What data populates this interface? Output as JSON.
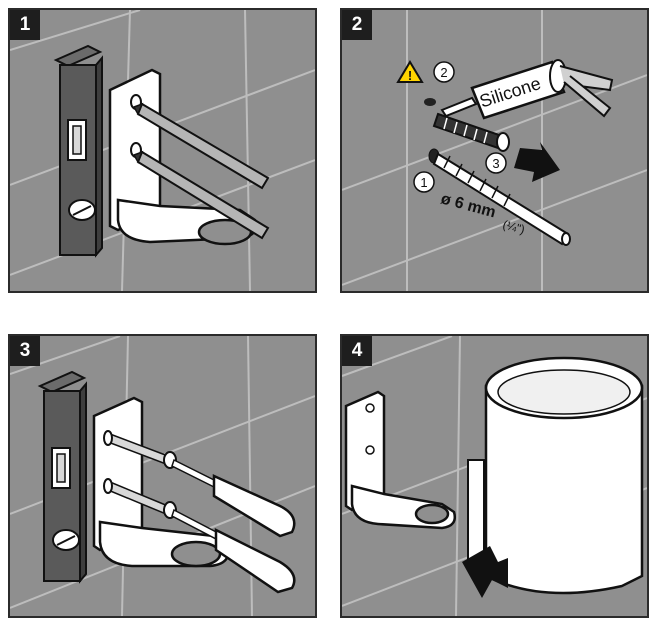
{
  "steps": [
    {
      "number": "1"
    },
    {
      "number": "2",
      "silicone": "Silicone",
      "callouts": [
        "1",
        "2",
        "3"
      ],
      "drill_size": "ø 6 mm",
      "drill_size_inch": "(¼\")"
    },
    {
      "number": "3"
    },
    {
      "number": "4"
    }
  ],
  "icons": {
    "warning": "warning-triangle-icon",
    "push": "push-arrow-icon"
  }
}
